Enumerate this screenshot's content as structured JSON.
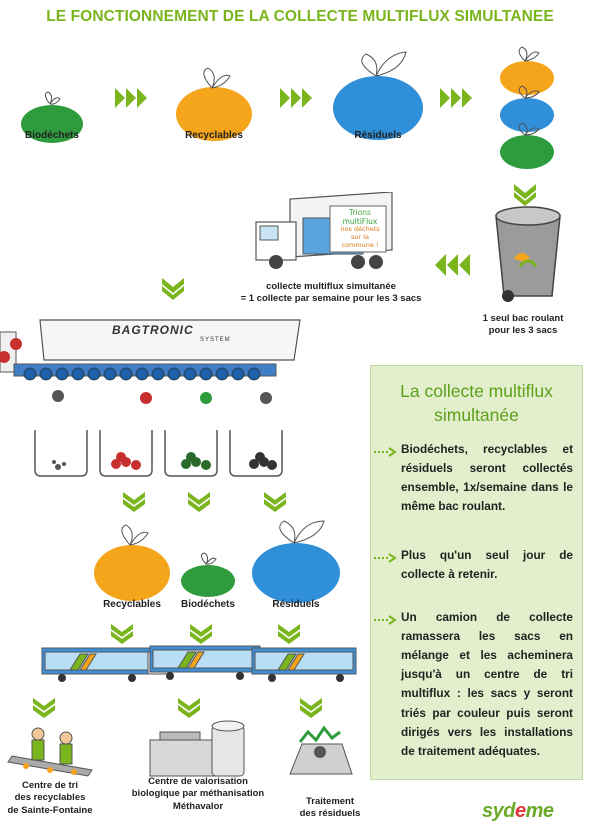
{
  "title": "LE FONCTIONNEMENT DE LA COLLECTE MULTIFLUX SIMULTANEE",
  "top_row": {
    "bag1": "Biodéchets",
    "bag2": "Recyclables",
    "bag3": "Résiduels"
  },
  "truck": {
    "sign_line1": "Trions",
    "sign_line2": "multiFlux",
    "sign_line3": "nos déchets",
    "sign_line4": "sur la commune !",
    "caption_line1": "collecte multiflux simultanée",
    "caption_line2": "= 1 collecte par semaine pour les 3 sacs"
  },
  "bin": {
    "caption_line1": "1 seul bac roulant",
    "caption_line2": "pour les 3 sacs"
  },
  "machine": {
    "brand": "BAGTRONIC",
    "sub": "SYSTEM"
  },
  "sorted": {
    "recyclables": "Recyclables",
    "biodechets": "Biodéchets",
    "residuels": "Résiduels"
  },
  "destinations": {
    "d1_line1": "Centre de tri",
    "d1_line2": "des recyclables",
    "d1_line3": "de Sainte-Fontaine",
    "d2_line1": "Centre de valorisation",
    "d2_line2": "biologique par méthanisation",
    "d2_line3": "Méthavalor",
    "d3_line1": "Traitement",
    "d3_line2": "des résiduels"
  },
  "panel": {
    "title_line1": "La collecte multiflux",
    "title_line2": "simultanée",
    "items": [
      "Biodéchets, recyclables et résiduels seront collectés ensemble, 1x/semaine dans le même bac roulant.",
      "Plus qu'un seul jour de collecte à retenir.",
      "Un camion de collecte ramassera les sacs en mélange et les acheminera jusqu'à un centre de tri multiflux : les sacs y seront triés par couleur puis seront dirigés vers les installations de traitement adéquates."
    ]
  },
  "logo": {
    "part1": "syd",
    "part2": "e",
    "part3": "me"
  },
  "colors": {
    "green": "#2e9b3c",
    "orange": "#f5a51c",
    "blue": "#2f8fd8",
    "accent": "#7ab51d"
  }
}
